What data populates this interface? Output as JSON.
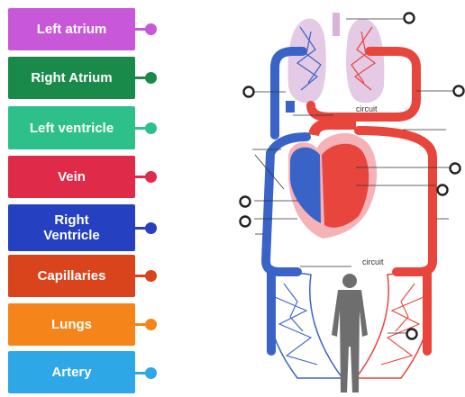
{
  "labels": [
    {
      "text": "Left atrium",
      "color": "#c858d8"
    },
    {
      "text": "Right Atrium",
      "color": "#1a8a4a"
    },
    {
      "text": "Left ventricle",
      "color": "#2ec08a"
    },
    {
      "text": "Vein",
      "color": "#e02a4a"
    },
    {
      "text": "Right Ventricle",
      "color": "#2540c0"
    },
    {
      "text": "Capillaries",
      "color": "#d9441c"
    },
    {
      "text": "Lungs",
      "color": "#f5851a"
    },
    {
      "text": "Artery",
      "color": "#2ea7e6"
    }
  ],
  "diagram": {
    "pulmonary_circuit_label": "circuit",
    "systemic_circuit_label": "circuit",
    "colors": {
      "oxygenated": "#e8453c",
      "deoxygenated": "#3a63c8",
      "lung_fill": "#d9b3d9"
    }
  }
}
